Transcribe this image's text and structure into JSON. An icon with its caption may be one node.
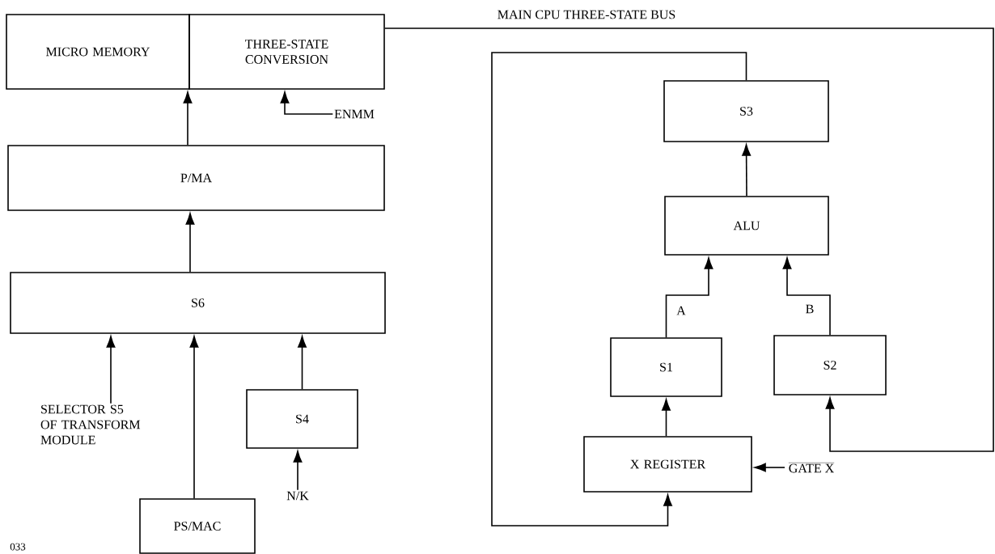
{
  "diagram": {
    "nodes": [
      {
        "text": [
          "MICRO MEMORY"
        ]
      },
      {
        "text": [
          "THREE-STATE CONVERSION"
        ]
      },
      {
        "text": [
          "P/MA"
        ]
      },
      {
        "text": [
          "S6"
        ]
      },
      {
        "text": [
          "SELECTOR S5 OF TRANSFORM MODULE"
        ]
      },
      {
        "text": [
          "S4"
        ]
      },
      {
        "text": [
          "PS/MAC"
        ]
      },
      {
        "text": [
          "N/K"
        ]
      },
      {
        "text": [
          "ENMM"
        ]
      },
      {
        "text": [
          "S3"
        ]
      },
      {
        "text": [
          "ALU"
        ]
      },
      {
        "text": [
          "S1"
        ]
      },
      {
        "text": [
          "S2"
        ]
      },
      {
        "text": [
          "X REGISTER"
        ]
      },
      {
        "text": [
          "GATE X"
        ]
      }
    ],
    "edges": [
      {
        "from": 2,
        "to": 0,
        "arrow": "to"
      },
      {
        "from": 8,
        "to": 1,
        "arrow": "to"
      },
      {
        "from": 3,
        "to": 2,
        "arrow": "to"
      },
      {
        "from": 4,
        "to": 3,
        "arrow": "to"
      },
      {
        "from": 6,
        "to": 3,
        "arrow": "to"
      },
      {
        "from": 5,
        "to": 3,
        "arrow": "to"
      },
      {
        "from": 7,
        "to": 5,
        "arrow": "to"
      },
      {
        "from": 10,
        "to": 9,
        "arrow": "to"
      },
      {
        "from": 11,
        "to": 10,
        "label": "A",
        "arrow": "to"
      },
      {
        "from": 12,
        "to": 10,
        "label": "B",
        "arrow": "to"
      },
      {
        "from": 13,
        "to": 11,
        "arrow": "to"
      },
      {
        "from": 14,
        "to": 13,
        "arrow": "to"
      },
      {
        "from": 1,
        "to": 12,
        "label": "MAIN CPU THREE-STATE BUS",
        "arrow": "to"
      },
      {
        "from": 9,
        "to": 13,
        "arrow": "to"
      }
    ],
    "labels": [
      "033"
    ]
  }
}
